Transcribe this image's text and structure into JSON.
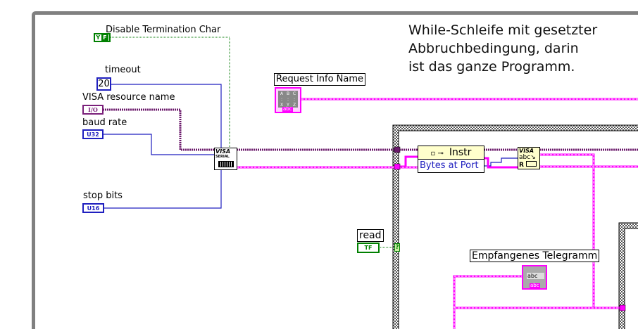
{
  "comment": [
    "While-Schleife mit gesetzter",
    "Abbruchbedingung, darin",
    "ist das ganze Programm."
  ],
  "controls": {
    "disable_term": {
      "label": "Disable Termination Char",
      "value": "F"
    },
    "timeout": {
      "label": "timeout",
      "value": "20"
    },
    "visa_resource": {
      "label": "VISA resource name",
      "type": "I/O"
    },
    "baud_rate": {
      "label": "baud rate",
      "type": "U32"
    },
    "stop_bits": {
      "label": "stop bits",
      "type": "U16"
    },
    "read": {
      "label": "read",
      "type": "TF"
    }
  },
  "request_info": {
    "label": "Request Info Name",
    "cells": [
      "A",
      "B",
      "C",
      ":",
      ":",
      ":",
      "X",
      "Y",
      "Z"
    ],
    "tag": "abc"
  },
  "visa_serial": {
    "title": "VISA",
    "subtitle": "SERIAL"
  },
  "property_node": {
    "class": "Instr",
    "property": "Bytes at Port"
  },
  "visa_read": {
    "title": "VISA",
    "text": "abc",
    "mode": "R"
  },
  "indicator": {
    "label": "Empfangenes Telegramm",
    "value": "abc",
    "tag": "abc"
  },
  "condition_terminal": "?",
  "colors": {
    "loop_border": "#808080",
    "string_wire": "#ff00ff",
    "visa_wire": "#6b1a6b",
    "numeric_wire": "#1f1fbf",
    "bool_wire": "#007a00"
  }
}
